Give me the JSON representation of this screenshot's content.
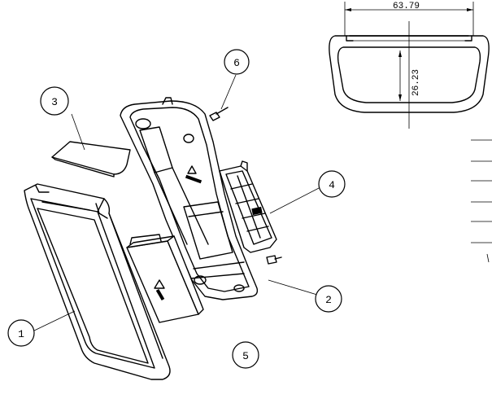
{
  "dimensions": {
    "width_label": "63.79",
    "height_label": "26.23"
  },
  "callouts": [
    {
      "label": "1"
    },
    {
      "label": "2"
    },
    {
      "label": "3"
    },
    {
      "label": "4"
    },
    {
      "label": "5"
    },
    {
      "label": "6"
    }
  ]
}
